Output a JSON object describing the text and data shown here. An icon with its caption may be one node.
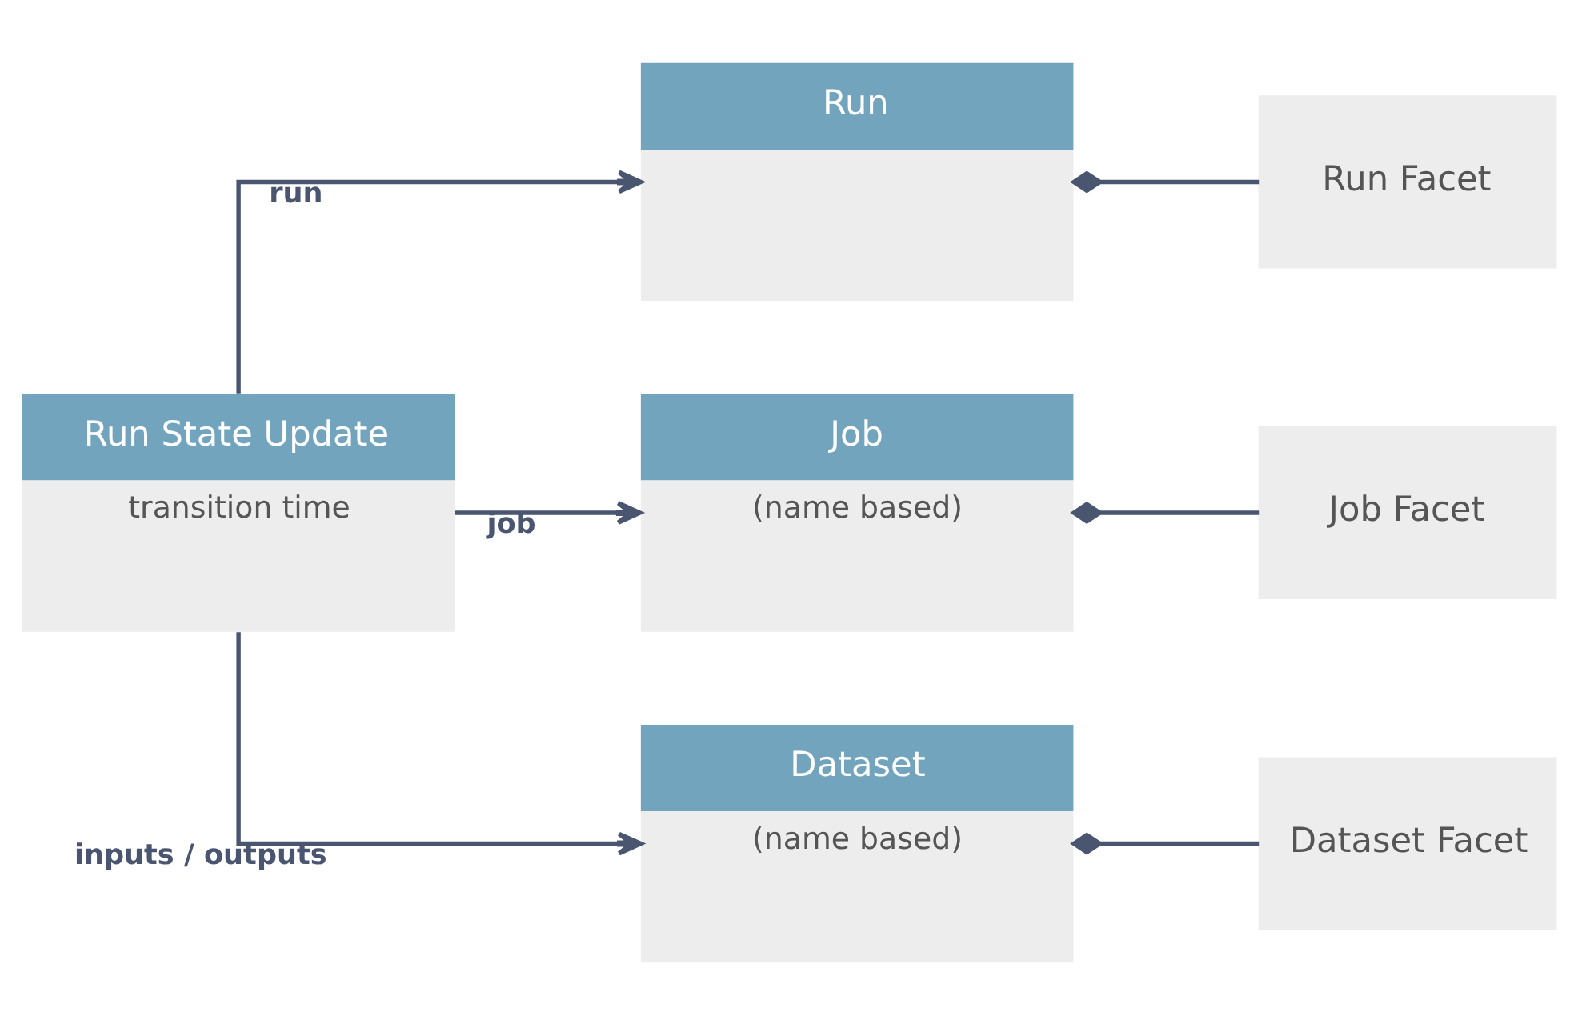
{
  "diagram": {
    "nodes": [
      {
        "text": [
          "Run State Update",
          "transition time"
        ]
      },
      {
        "text": [
          "Run"
        ]
      },
      {
        "text": [
          "Job",
          "(name based)"
        ]
      },
      {
        "text": [
          "Dataset",
          "(name based)"
        ]
      },
      {
        "text": [
          "Run Facet"
        ]
      },
      {
        "text": [
          "Job Facet"
        ]
      },
      {
        "text": [
          "Dataset Facet"
        ]
      }
    ],
    "edges": [
      {
        "from": 0,
        "to": 1,
        "arrow": "to",
        "label": "run"
      },
      {
        "from": 0,
        "to": 2,
        "arrow": "to",
        "label": "job"
      },
      {
        "from": 0,
        "to": 3,
        "arrow": "to",
        "label": "inputs / outputs"
      },
      {
        "from": 1,
        "to": 4,
        "arrow": "other"
      },
      {
        "from": 2,
        "to": 5,
        "arrow": "other"
      },
      {
        "from": 3,
        "to": 6,
        "arrow": "other"
      }
    ]
  }
}
